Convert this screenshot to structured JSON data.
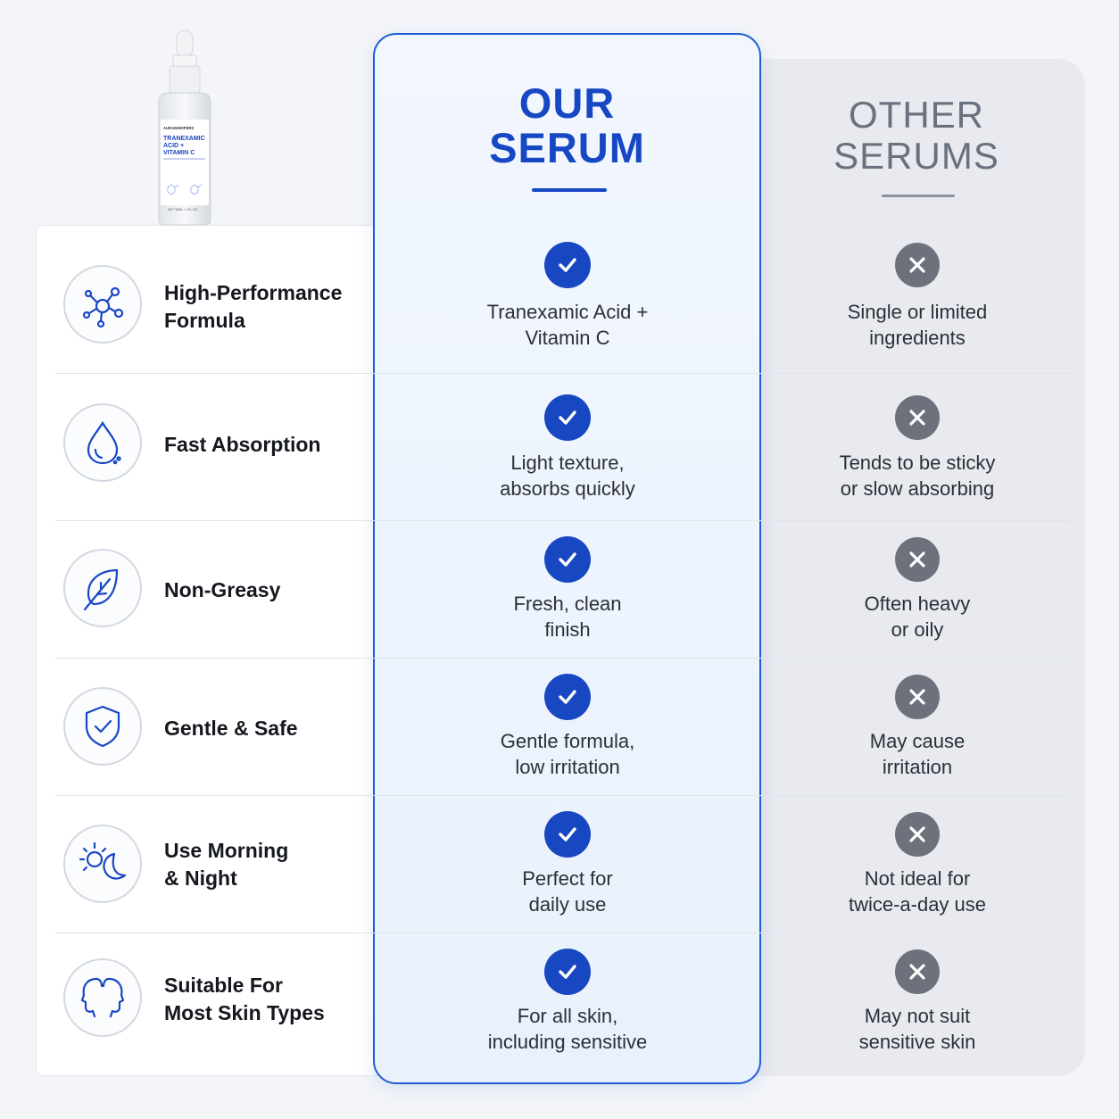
{
  "brand": {
    "bottle_brand": "AURAWHISPERS",
    "bottle_name_lines": [
      "TRANEXAMIC",
      "ACID +",
      "VITAMIN C"
    ],
    "bottle_volume": "NET 30ML / 1 FL.OZ"
  },
  "columns": {
    "ours_title_lines": [
      "OUR",
      "SERUM"
    ],
    "others_title_lines": [
      "OTHER",
      "SERUMS"
    ]
  },
  "colors": {
    "accent": "#1847c2",
    "muted": "#6c717c",
    "ours_bg": "#eef4fd",
    "others_bg": "#e8eaef"
  },
  "rows": [
    {
      "feature_lines": [
        "High-Performance",
        "Formula"
      ],
      "icon": "molecule-icon",
      "ours_lines": [
        "Tranexamic Acid +",
        "Vitamin C"
      ],
      "others_lines": [
        "Single or limited",
        "ingredients"
      ]
    },
    {
      "feature_lines": [
        "Fast Absorption"
      ],
      "icon": "droplet-icon",
      "ours_lines": [
        "Light texture,",
        "absorbs quickly"
      ],
      "others_lines": [
        "Tends to be sticky",
        "or slow absorbing"
      ]
    },
    {
      "feature_lines": [
        "Non-Greasy"
      ],
      "icon": "leaf-icon",
      "ours_lines": [
        "Fresh, clean",
        "finish"
      ],
      "others_lines": [
        "Often heavy",
        "or oily"
      ]
    },
    {
      "feature_lines": [
        "Gentle & Safe"
      ],
      "icon": "shield-check-icon",
      "ours_lines": [
        "Gentle formula,",
        "low irritation"
      ],
      "others_lines": [
        "May cause",
        "irritation"
      ]
    },
    {
      "feature_lines": [
        "Use Morning",
        "& Night"
      ],
      "icon": "sun-moon-icon",
      "ours_lines": [
        "Perfect for",
        "daily use"
      ],
      "others_lines": [
        "Not ideal for",
        "twice-a-day use"
      ]
    },
    {
      "feature_lines": [
        "Suitable For",
        "Most Skin Types"
      ],
      "icon": "faces-icon",
      "ours_lines": [
        "For all skin,",
        "including sensitive"
      ],
      "others_lines": [
        "May not suit",
        "sensitive skin"
      ]
    }
  ]
}
